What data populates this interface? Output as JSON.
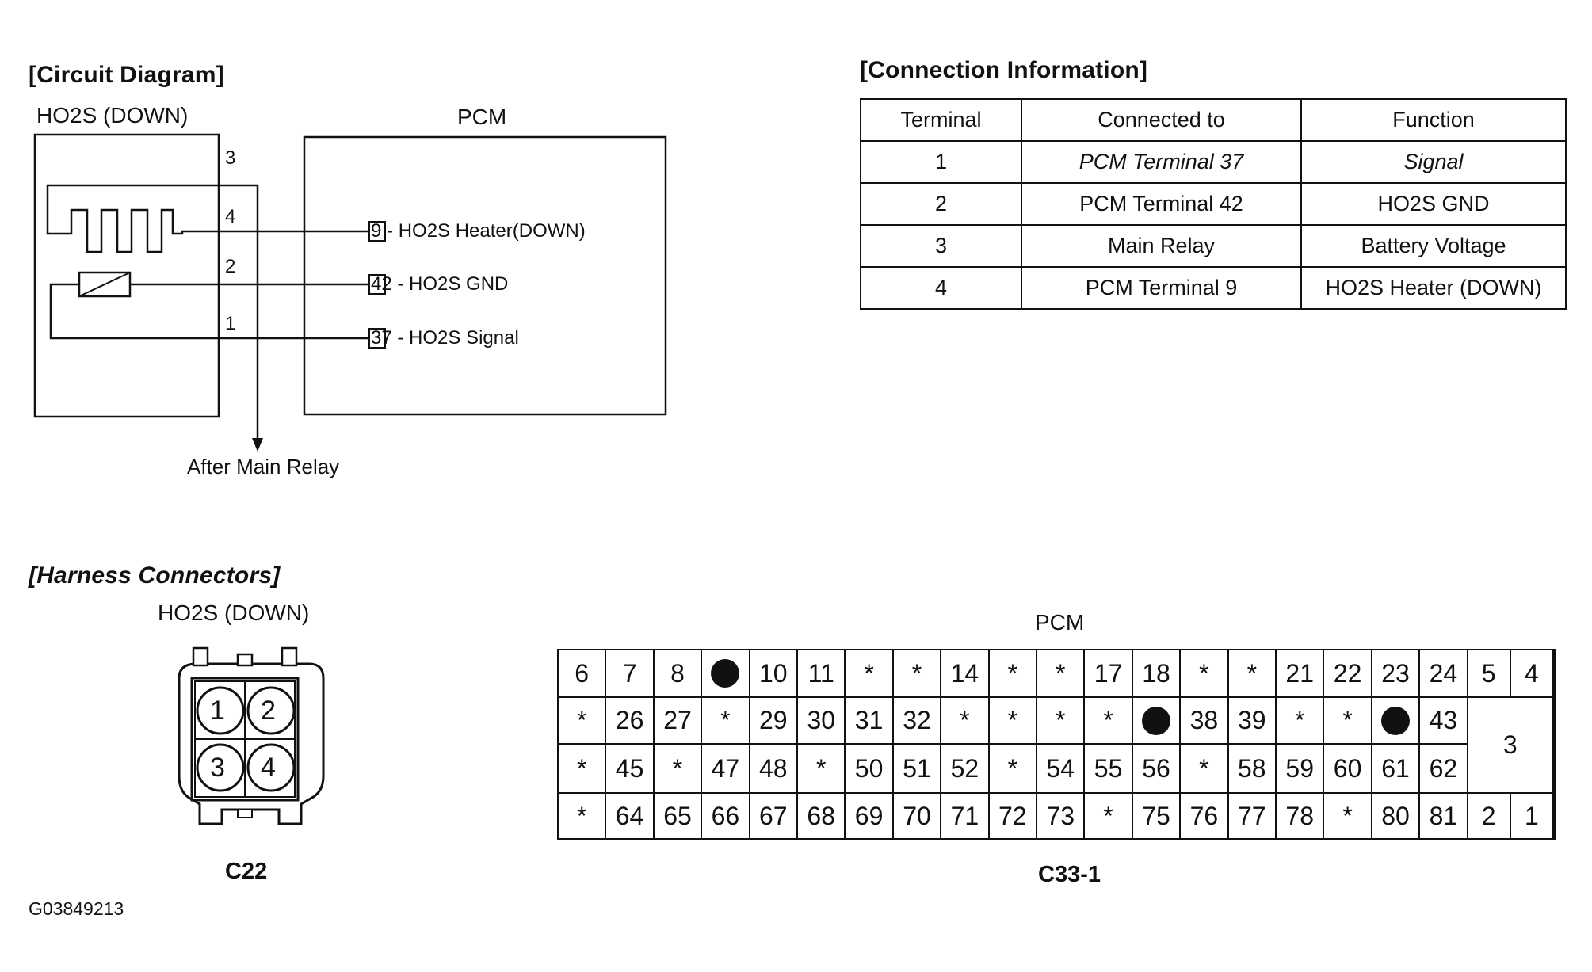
{
  "circuit": {
    "heading": "[Circuit Diagram]",
    "sensor_label": "HO2S (DOWN)",
    "pcm_label": "PCM",
    "pins": [
      "3",
      "4",
      "2",
      "1"
    ],
    "pcm_pins": [
      {
        "num": "9",
        "text": " - HO2S Heater(DOWN)"
      },
      {
        "num": "42",
        "text": " - HO2S GND"
      },
      {
        "num": "37",
        "text": " - HO2S Signal"
      }
    ],
    "relay_label": "After Main Relay"
  },
  "connection": {
    "heading": "[Connection Information]",
    "columns": [
      "Terminal",
      "Connected to",
      "Function"
    ],
    "rows": [
      {
        "terminal": "1",
        "connected": "PCM Terminal 37",
        "function": "Signal",
        "italic": true
      },
      {
        "terminal": "2",
        "connected": "PCM Terminal 42",
        "function": "HO2S GND",
        "italic": false
      },
      {
        "terminal": "3",
        "connected": "Main Relay",
        "function": "Battery Voltage",
        "italic": false
      },
      {
        "terminal": "4",
        "connected": "PCM Terminal 9",
        "function": "HO2S Heater (DOWN)",
        "italic": false
      }
    ]
  },
  "harness": {
    "heading": "[Harness Connectors]",
    "sensor_label": "HO2S (DOWN)",
    "sensor_pins": [
      "1",
      "2",
      "3",
      "4"
    ],
    "sensor_code": "C22",
    "pcm_label": "PCM",
    "pcm_code": "C33-1",
    "pcm_rows": [
      [
        "6",
        "7",
        "8",
        "●",
        "10",
        "11",
        "*",
        "*",
        "14",
        "*",
        "*",
        "17",
        "18",
        "*",
        "*",
        "21",
        "22",
        "23",
        "24"
      ],
      [
        "*",
        "26",
        "27",
        "*",
        "29",
        "30",
        "31",
        "32",
        "*",
        "*",
        "*",
        "*",
        "●",
        "38",
        "39",
        "*",
        "*",
        "●",
        "43"
      ],
      [
        "*",
        "45",
        "*",
        "47",
        "48",
        "*",
        "50",
        "51",
        "52",
        "*",
        "54",
        "55",
        "56",
        "*",
        "58",
        "59",
        "60",
        "61",
        "62"
      ],
      [
        "*",
        "64",
        "65",
        "66",
        "67",
        "68",
        "69",
        "70",
        "71",
        "72",
        "73",
        "*",
        "75",
        "76",
        "77",
        "78",
        "*",
        "80",
        "81"
      ]
    ],
    "pcm_side": {
      "top": [
        "5",
        "4"
      ],
      "middle": "3",
      "bottom": [
        "2",
        "1"
      ]
    }
  },
  "figure_id": "G03849213"
}
